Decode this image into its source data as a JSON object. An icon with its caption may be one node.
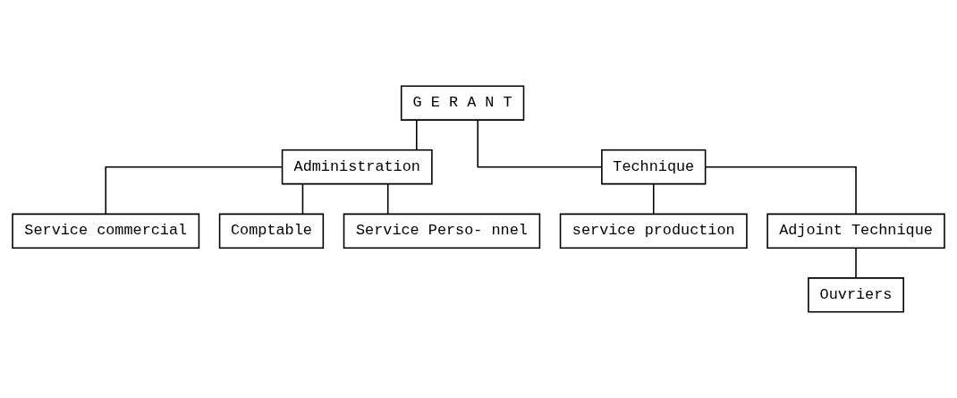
{
  "diagram": {
    "nodes": [
      {
        "text": [
          "G E R A N T"
        ]
      },
      {
        "text": [
          "Administration"
        ]
      },
      {
        "text": [
          "Technique"
        ]
      },
      {
        "text": [
          "Service commercial"
        ]
      },
      {
        "text": [
          "Comptable"
        ]
      },
      {
        "text": [
          "Service Perso- nnel"
        ]
      },
      {
        "text": [
          "service production"
        ]
      },
      {
        "text": [
          "Adjoint Technique"
        ]
      },
      {
        "text": [
          "Ouvriers"
        ]
      }
    ],
    "edges": [
      {
        "from": 0,
        "to": 1,
        "arrow": "none"
      },
      {
        "from": 0,
        "to": 2,
        "arrow": "none"
      },
      {
        "from": 1,
        "to": 3,
        "arrow": "none"
      },
      {
        "from": 1,
        "to": 4,
        "arrow": "none"
      },
      {
        "from": 1,
        "to": 5,
        "arrow": "none"
      },
      {
        "from": 2,
        "to": 6,
        "arrow": "none"
      },
      {
        "from": 2,
        "to": 7,
        "arrow": "none"
      },
      {
        "from": 7,
        "to": 8,
        "arrow": "none"
      }
    ]
  }
}
